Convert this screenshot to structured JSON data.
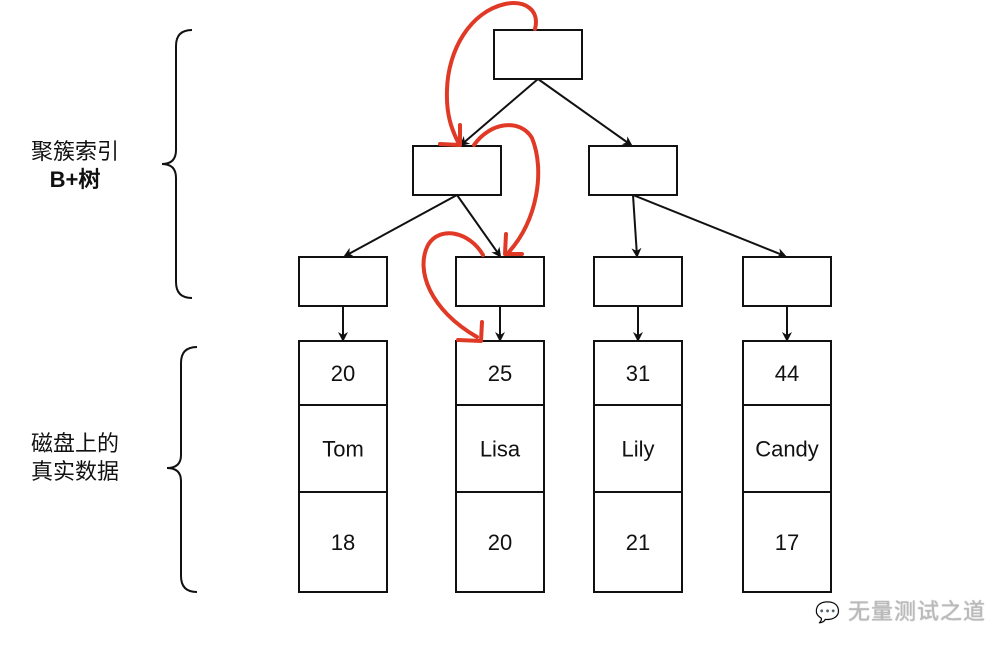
{
  "labels": {
    "index_line1": "聚簇索引",
    "index_line2": "B+树",
    "data_line1": "磁盘上的",
    "data_line2": "真实数据"
  },
  "watermark": {
    "icon": "wechat-icon",
    "text": "无量测试之道"
  },
  "records": [
    {
      "id": "20",
      "name": "Tom",
      "age": "18"
    },
    {
      "id": "25",
      "name": "Lisa",
      "age": "20"
    },
    {
      "id": "31",
      "name": "Lily",
      "age": "21"
    },
    {
      "id": "44",
      "name": "Candy",
      "age": "17"
    }
  ],
  "colors": {
    "line": "#111111",
    "highlight_path": "#e03a26"
  }
}
